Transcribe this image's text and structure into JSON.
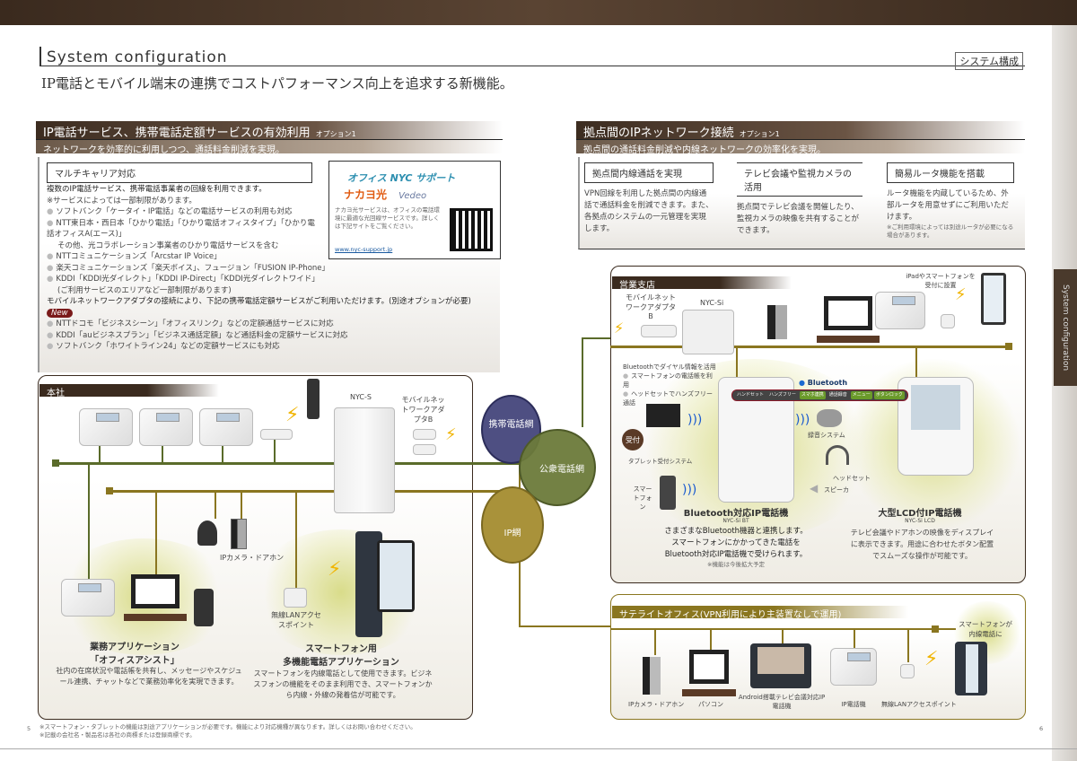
{
  "header": {
    "title": "System configuration",
    "title_jp": "システム構成",
    "headline": "IP電話とモバイル端末の連携でコストパフォーマンス向上を追求する新機能。",
    "side_tab": "System configuration"
  },
  "left_section": {
    "title": "IP電話サービス、携帯電話定額サービスの有効利用",
    "option": "オプション1",
    "subtitle": "ネットワークを効率的に利用しつつ、通話料金削減を実現。",
    "box_label": "マルチキャリア対応",
    "intro": "複数のIP電話サービス、携帯電話事業者の回線を利用できます。",
    "note": "※サービスによっては一部制限があります。",
    "bullets": [
      "ソフトバンク「ケータイ・IP電話」などの電話サービスの利用も対応",
      "NTT東日本・西日本「ひかり電話」「ひかり電話オフィスタイプ」「ひかり電話オフィスA(エース)」",
      "その他、光コラボレーション事業者のひかり電話サービスを含む",
      "NTTコミュニケーションズ「Arcstar IP Voice」",
      "楽天コミュニケーションズ「楽天ボイス」、フュージョン「FUSION IP-Phone」",
      "KDDI「KDDI光ダイレクト」「KDDI IP-Direct」「KDDI光ダイレクトワイド」",
      "(ご利用サービスのエリアなど一部制限があります)"
    ],
    "mobile_intro": "モバイルネットワークアダプタの接続により、下記の携帯電話定額サービスがご利用いただけます。(別途オプションが必要)",
    "badge": "New",
    "mobile_bullets": [
      "NTTドコモ「ビジネスシーン」「オフィスリンク」などの定額通話サービスに対応",
      "KDDI「auビジネスプラン」「ビジネス通話定額」など通話料金の定額サービスに対応",
      "ソフトバンク「ホワイトライン24」などの定額サービスにも対応"
    ],
    "promo": {
      "line1": "オフィス NYC サポート",
      "line2": "ナカヨ光",
      "brand": "Vedeo",
      "text": "ナカヨ光サービスは、オフィスの電話環境に最適な光回線サービスです。詳しくは下記サイトをご覧ください。",
      "link": "www.nyc-support.jp"
    }
  },
  "right_section": {
    "title": "拠点間のIPネットワーク接続",
    "option": "オプション1",
    "subtitle": "拠点間の通話料金削減や内線ネットワークの効率化を実現。",
    "cols": [
      {
        "label": "拠点間内線通話を実現",
        "text": "VPN回線を利用した拠点間の内線通話で通話料金を削減できます。また、各拠点のシステムの一元管理を実現します。"
      },
      {
        "label": "テレビ会議や監視カメラの活用",
        "text": "拠点間でテレビ会議を開催したり、監視カメラの映像を共有することができます。"
      },
      {
        "label": "簡易ルータ機能を搭載",
        "text": "ルータ機能を内蔵しているため、外部ルータを用意せずにご利用いただけます。",
        "note": "※ご利用環境によっては別途ルータが必要になる場合があります。"
      }
    ]
  },
  "diagram": {
    "hq": {
      "tag": "本社",
      "main_unit": "NYC-S",
      "adapter": "モバイルネットワークアダプタB",
      "camera": "IPカメラ・ドアホン",
      "app1_title": "業務アプリケーション",
      "app1_name": "「オフィスアシスト」",
      "app1_text": "社内の在席状況や電話帳を共有し、メッセージやスケジュール連携、チャットなどで業務効率化を実現できます。",
      "app2_title": "スマートフォン用",
      "app2_name": "多機能電話アプリケーション",
      "app2_text": "スマートフォンを内線電話として使用できます。ビジネスフォンの機能をそのまま利用でき、スマートフォンから内線・外線の発着信が可能です。",
      "ap": "無線LANアクセスポイント"
    },
    "networks": {
      "mobile": "携帯電話網",
      "public": "公衆電話網",
      "ip": "IP網"
    },
    "branch": {
      "tag": "営業支店",
      "adapter": "モバイルネットワークアダプタB",
      "unit": "NYC-Si",
      "tablet_note": "iPadやスマートフォンを受付に設置",
      "bt_title": "Bluetoothでダイヤル情報を活用",
      "bt_items": [
        "スマートフォンの電話帳を利用",
        "ヘッドセットでハンズフリー通話"
      ],
      "bt_logo": "Bluetooth",
      "reception": "受付",
      "reception_label": "タブレット受付システム",
      "smartphone": "スマートフォン",
      "recorder": "録音システム",
      "headset": "ヘッドセット",
      "speaker": "スピーカ",
      "bt_phone_title": "Bluetooth対応IP電話機",
      "bt_phone_model": "NYC-Si BT",
      "bt_phone_text1": "さまざまなBluetooth機器と連携します。",
      "bt_phone_text2": "スマートフォンにかかってきた電話を",
      "bt_phone_text3": "Bluetooth対応IP電話機で受けられます。",
      "bt_phone_note": "※機能は今後拡大予定",
      "lcd_title": "大型LCD付IP電話機",
      "lcd_model": "NYC-Si LCD",
      "lcd_text": "テレビ会議やドアホンの映像をディスプレイに表示できます。用途に合わせたボタン配置でスムーズな操作が可能です。",
      "keys": [
        "ハンドセット",
        "ハンズフリー",
        "スマホ連携",
        "通話録音",
        "メニュー",
        "ボタンロック"
      ]
    },
    "satellite": {
      "tag": "サテライトオフィス(VPN利用により主装置なしで運用)",
      "smartphone_note": "スマートフォンが内線電話に",
      "items": [
        "IPカメラ・ドアホン",
        "パソコン",
        "Android搭載テレビ会議対応IP電話機",
        "IP電話機",
        "無線LANアクセスポイント"
      ]
    }
  },
  "footer": {
    "note1": "※スマートフォン・タブレットの機能は別途アプリケーションが必要です。機能により対応機種が異なります。詳しくはお問い合わせください。",
    "note2": "※記載の会社名・製品名は各社の商標または登録商標です。",
    "page_left": "5",
    "page_right": "6"
  },
  "colors": {
    "brown": "#3a2a1e",
    "green_line": "#5a6b2a",
    "gold_line": "#8a7620",
    "mobile_net": "#4e4f82",
    "public_net": "#6b7a3a",
    "ip_net": "#a9923a"
  }
}
